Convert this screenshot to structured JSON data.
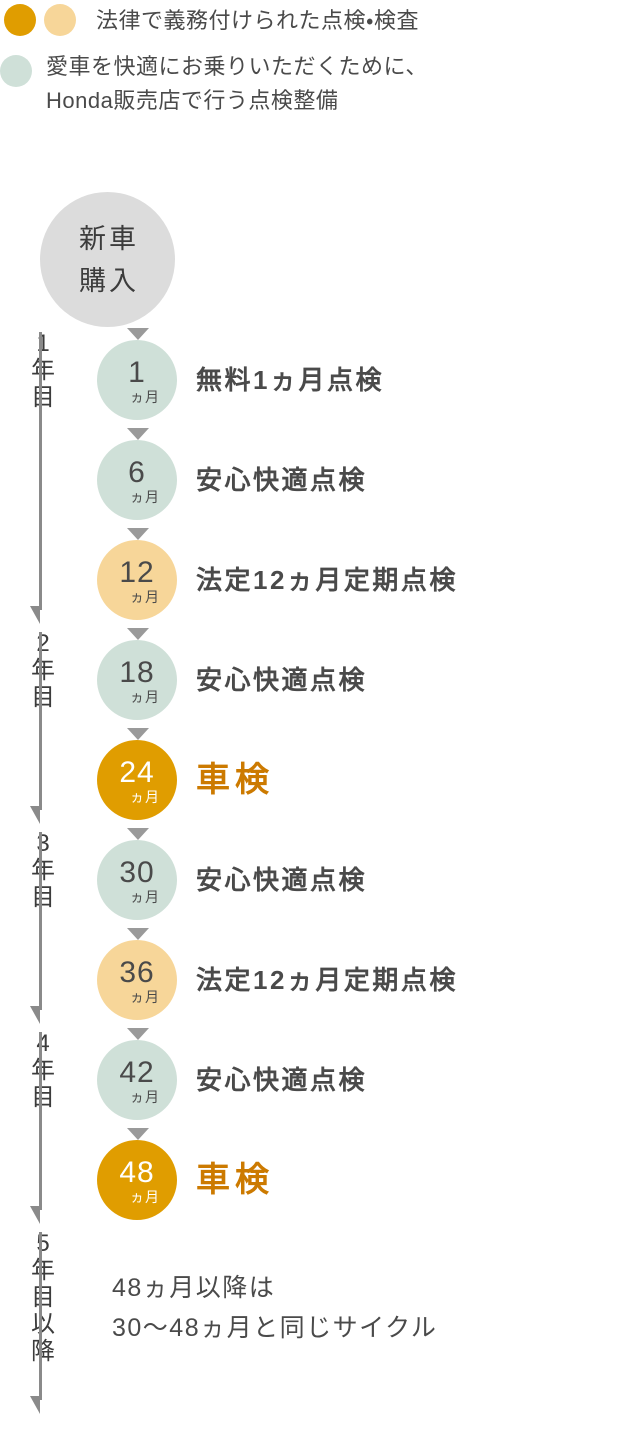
{
  "legend": {
    "rows": [
      {
        "dots": [
          "#e09d00",
          "#f7d699"
        ],
        "text": "法律で義務付けられた点検・検査"
      },
      {
        "dots": [
          "#cfe0d8"
        ],
        "text": "愛車を快適にお乗りいただくために、\nHonda販売店で行う点検整備"
      }
    ]
  },
  "start": {
    "line1": "新車",
    "line2": "購入"
  },
  "years": [
    {
      "label_chars": [
        "1",
        "年",
        "目"
      ],
      "items": [
        {
          "months": "1",
          "unit": "ヵ月",
          "label": "無料1ヵ月点検",
          "color": "mint",
          "highlight": false
        },
        {
          "months": "6",
          "unit": "ヵ月",
          "label": "安心快適点検",
          "color": "mint",
          "highlight": false
        },
        {
          "months": "12",
          "unit": "ヵ月",
          "label": "法定12ヵ月定期点検",
          "color": "peach",
          "highlight": false
        }
      ]
    },
    {
      "label_chars": [
        "2",
        "年",
        "目"
      ],
      "items": [
        {
          "months": "18",
          "unit": "ヵ月",
          "label": "安心快適点検",
          "color": "mint",
          "highlight": false
        },
        {
          "months": "24",
          "unit": "ヵ月",
          "label": "車検",
          "color": "orange",
          "highlight": true
        }
      ]
    },
    {
      "label_chars": [
        "3",
        "年",
        "目"
      ],
      "items": [
        {
          "months": "30",
          "unit": "ヵ月",
          "label": "安心快適点検",
          "color": "mint",
          "highlight": false
        },
        {
          "months": "36",
          "unit": "ヵ月",
          "label": "法定12ヵ月定期点検",
          "color": "peach",
          "highlight": false
        }
      ]
    },
    {
      "label_chars": [
        "4",
        "年",
        "目"
      ],
      "items": [
        {
          "months": "42",
          "unit": "ヵ月",
          "label": "安心快適点検",
          "color": "mint",
          "highlight": false
        },
        {
          "months": "48",
          "unit": "ヵ月",
          "label": "車検",
          "color": "orange",
          "highlight": true
        }
      ]
    },
    {
      "label_chars": [
        "5",
        "年",
        "目",
        "以",
        "降"
      ],
      "items": [],
      "note": "48ヵ月以降は\n30〜48ヵ月と同じサイクル"
    }
  ],
  "colors": {
    "mint": "#cfe0d8",
    "peach": "#f7d699",
    "orange": "#e09d00",
    "gray_bubble": "#dcdcdc",
    "text": "#4a4a4a",
    "shaken_text": "#cc7a00",
    "line": "#8a8a8a",
    "arrow": "#9a9a9a"
  }
}
